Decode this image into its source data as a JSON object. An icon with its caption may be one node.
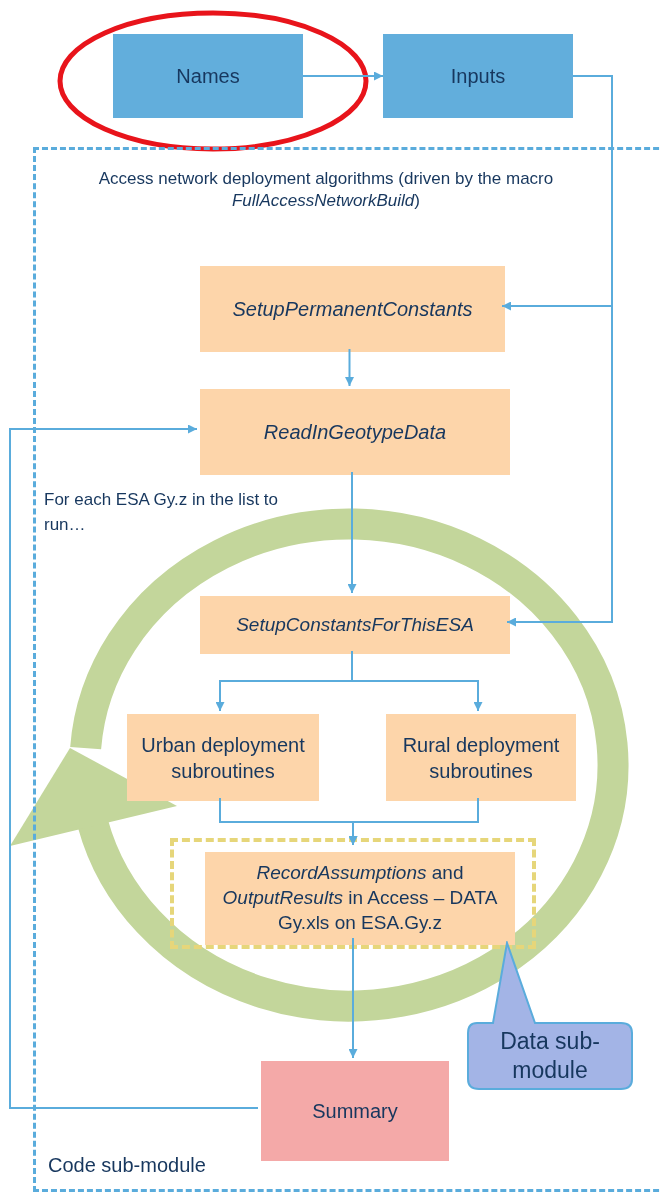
{
  "diagram": {
    "nodes": [
      {
        "text": [],
        "shape": "ellipse"
      },
      {
        "text": [
          "Names"
        ],
        "in": 0
      },
      {
        "text": [
          "Inputs"
        ]
      },
      {
        "text": [
          "Access network deployment algorithms (driven by the macro *FullAccessNetworkBuild*)",
          "Code sub-module"
        ]
      },
      {
        "text": [
          "SetupPermanentConstants"
        ],
        "in": 3
      },
      {
        "text": [
          "ReadInGeotypeData"
        ],
        "in": 3
      },
      {
        "text": [
          "SetupConstantsForThisESA"
        ],
        "in": 3
      },
      {
        "text": [
          "Urban deployment subroutines"
        ],
        "in": 3
      },
      {
        "text": [
          "Rural deployment subroutines"
        ],
        "in": 3
      },
      {
        "text": [],
        "shape": "box",
        "in": 3
      },
      {
        "text": [
          "*RecordAssumptions* and *OutputResults* in Access – DATA Gy.xls on ESA.Gy.z"
        ],
        "in": 9
      },
      {
        "text": [
          "Summary"
        ],
        "in": 3
      },
      {
        "text": [
          "Data sub-module"
        ],
        "in": 3
      }
    ],
    "edges": [
      {
        "from": 1,
        "to": 2,
        "arrow": "to"
      },
      {
        "from": 2,
        "to": 4,
        "arrow": "to"
      },
      {
        "from": 2,
        "to": 6,
        "arrow": "to"
      },
      {
        "from": 4,
        "to": 5,
        "arrow": "to"
      },
      {
        "from": 5,
        "to": 6,
        "arrow": "to"
      },
      {
        "from": 6,
        "to": 7,
        "arrow": "to"
      },
      {
        "from": 6,
        "to": 8,
        "arrow": "to"
      },
      {
        "from": 7,
        "to": 10,
        "arrow": "to"
      },
      {
        "from": 8,
        "to": 10,
        "arrow": "to"
      },
      {
        "from": 10,
        "to": 11,
        "arrow": "to"
      },
      {
        "from": 11,
        "to": 5,
        "arrow": "to"
      }
    ],
    "labels": [
      "For each ESA Gy.z in the list to run…"
    ]
  }
}
